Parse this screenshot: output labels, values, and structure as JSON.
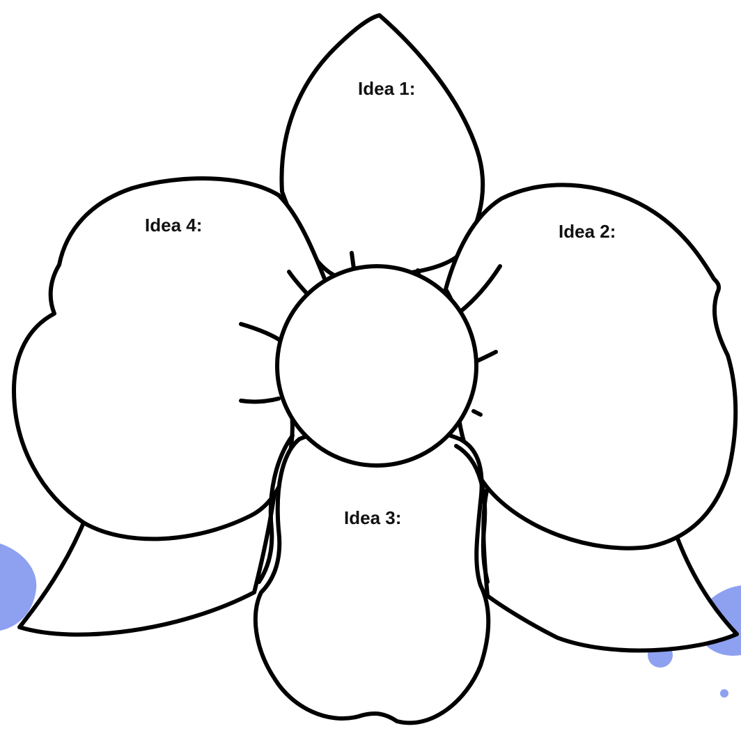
{
  "diagram": {
    "petals": {
      "top": {
        "label": "Idea 1:"
      },
      "right": {
        "label": "Idea 2:"
      },
      "bottom": {
        "label": "Idea 3:"
      },
      "left": {
        "label": "Idea 4:"
      }
    },
    "colors": {
      "outline": "#000000",
      "fill": "#ffffff",
      "accent_blob": "#8ea0f0"
    }
  }
}
